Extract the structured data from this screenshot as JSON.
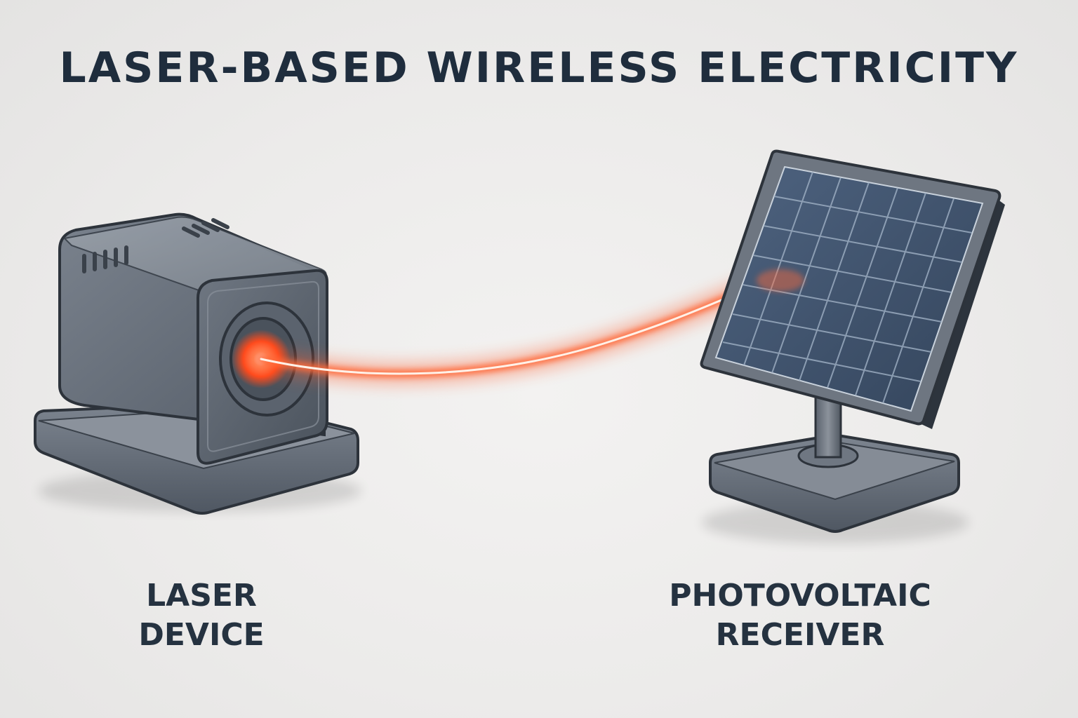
{
  "title": "LASER-BASED WIRELESS ELECTRICITY",
  "laser_device": {
    "label_line1": "LASER",
    "label_line2": "DEVICE"
  },
  "receiver": {
    "label_line1": "PHOTOVOLTAIC",
    "label_line2": "RECEIVER"
  },
  "colors": {
    "title": "#1f2d3d",
    "device_body": "#5d6672",
    "beam": "#ff5a2c",
    "panel_cells": "#3d5068"
  }
}
